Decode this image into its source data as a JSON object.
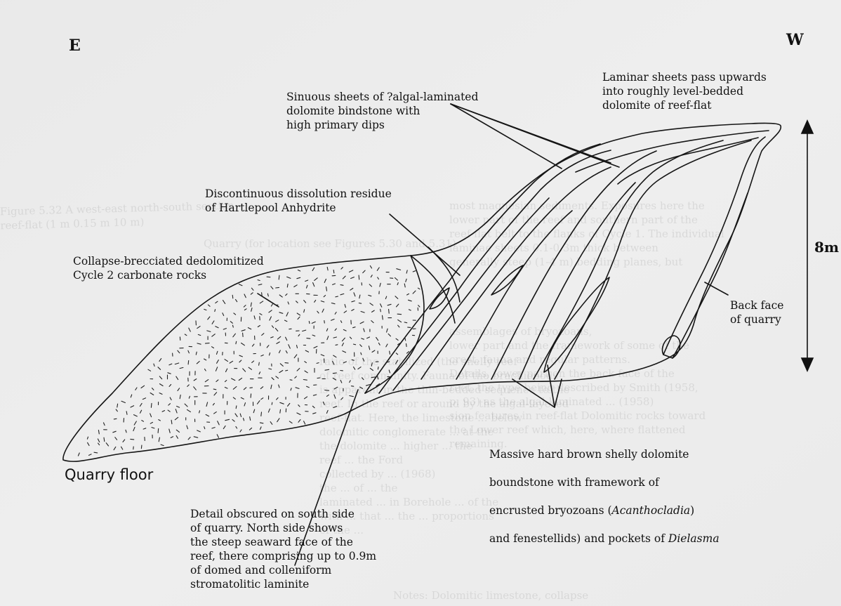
{
  "compass": {
    "east": "E",
    "west": "W"
  },
  "labels": {
    "laminar": "Laminar sheets pass upwards\ninto roughly level-bedded\ndolomite of reef-flat",
    "sinuous": "Sinuous sheets of ?algal-laminated\ndolomite bindstone with\nhigh primary dips",
    "dissolution": "Discontinuous dissolution residue\nof Hartlepool Anhydrite",
    "collapse": "Collapse-brecciated dedolomitized\nCycle 2 carbonate rocks",
    "back_face": "Back face\nof quarry",
    "massive_line1": "Massive hard brown shelly dolomite",
    "massive_line2": "boundstone with framework of",
    "massive_line3_pre": "encrusted bryozoans (",
    "massive_line3_italic": "Acanthocladia",
    "massive_line4": "and fenestellids) and pockets of ",
    "massive_line4_italic": "Dielasma",
    "detail": "Detail obscured on south side\nof quarry. North side shows\nthe steep seaward face of the\nreef, there comprising up to 0.9m\nof domed and colleniform\nstromatolitic laminite",
    "quarry_floor": "Quarry floor",
    "scale": "8m"
  },
  "bleed_through": {
    "ghost_1": "most magnesian sediments. Exposures here the\nlower part of the reef and southern part of the\nreef-flat belt to the flanks of Cycle 1. The individual\nlaminae sheets 0.1-0.3m thick between\ngenerally steep (1-4 m) bedding planes, but",
    "ghost_2": "Quarry (for location see Figures 5.30 and 5.31)",
    "ghost_3": "Figure 5.32 A west-east north-south section\nreef-flat (1 m 0.15 m 10 m)",
    "ghost_4": "assemblages of bryozoans,\nlower part and the framework of some of the\ncrest, fauna and regular patterns.\nDetails, lower part on the back face of the\nreef, the type being described by Smith (1958,\np. 93) as the algal-laminated ... (1958)\nsion features in reef-flat Dolomitic rocks toward\nthe Lower reef which, here, where flattened\nremaining.",
    "ghost_5": "Notes: Dolomitic limestone, collapse",
    "ghost_6": "ratio of the stabilized (the shelly reef\nof reef community. Fauna of the brachiopods\nis apparent in the thin-bedded sequence to the\nreef. In the reef or around by the algal-layered\nreef-flat. Here, the limestone ... below\ndolomitic conglomerate ... at the\nthe dolomite ... higher ... the\nreef ... the Ford\ncollected by ... (1968)\nthe ... of ... the\nlaminated ... in Borehole ... of the\nwith ... that ... the ... proportions\nof the ..."
  }
}
